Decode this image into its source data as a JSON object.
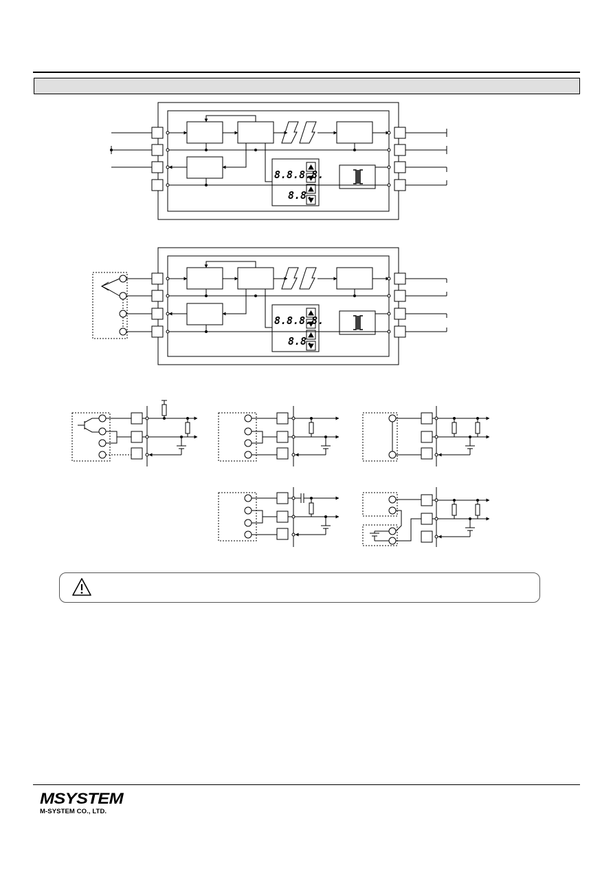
{
  "header": {
    "section_title": ""
  },
  "block_diagram_1": {
    "display_upper": "8.8.8.8.",
    "display_lower": "8.8."
  },
  "block_diagram_2": {
    "display_upper": "8.8.8.8.",
    "display_lower": "8.8."
  },
  "caution": {
    "icon": "warning-triangle-icon",
    "text": ""
  },
  "footer": {
    "logo_wordmark": "MSYSTEM",
    "company": "M-SYSTEM CO., LTD."
  }
}
